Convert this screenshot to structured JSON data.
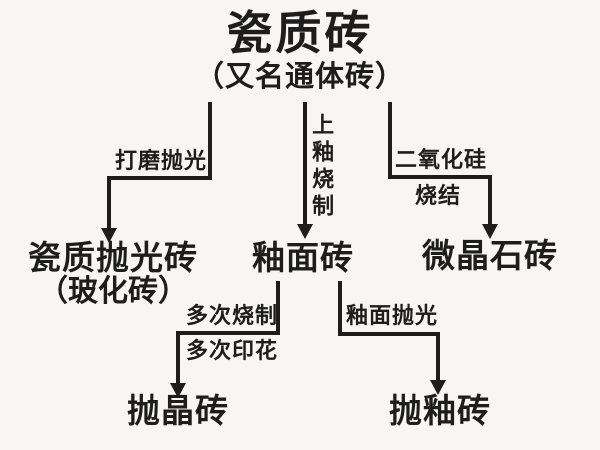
{
  "diagram": {
    "type": "flowchart",
    "colors": {
      "ink": "#1d1d1d",
      "background": "#f7f6f4"
    },
    "root": {
      "title": "瓷质砖",
      "subtitle": "（又名通体砖）"
    },
    "process_labels": {
      "polish_grind": "打磨抛光",
      "glaze_fire": "上釉烧制",
      "silica": "二氧化硅",
      "sinter": "烧结",
      "multi_fire": "多次烧制",
      "multi_print": "多次印花",
      "glaze_polish": "釉面抛光"
    },
    "nodes": {
      "polished_porcelain_line1": "瓷质抛光砖",
      "polished_porcelain_line2": "（玻化砖）",
      "glazed_tile": "釉面砖",
      "microcrystalline_tile": "微晶石砖",
      "polished_crystal_tile": "抛晶砖",
      "polished_glaze_tile": "抛釉砖"
    },
    "edges": [
      {
        "from": "瓷质砖",
        "label": "打磨抛光",
        "to": "瓷质抛光砖（玻化砖）"
      },
      {
        "from": "瓷质砖",
        "label": "上釉烧制",
        "to": "釉面砖"
      },
      {
        "from": "瓷质砖",
        "label": "二氧化硅 烧结",
        "to": "微晶石砖"
      },
      {
        "from": "釉面砖",
        "label": "多次烧制 多次印花",
        "to": "抛晶砖"
      },
      {
        "from": "釉面砖",
        "label": "釉面抛光",
        "to": "抛釉砖"
      }
    ]
  }
}
